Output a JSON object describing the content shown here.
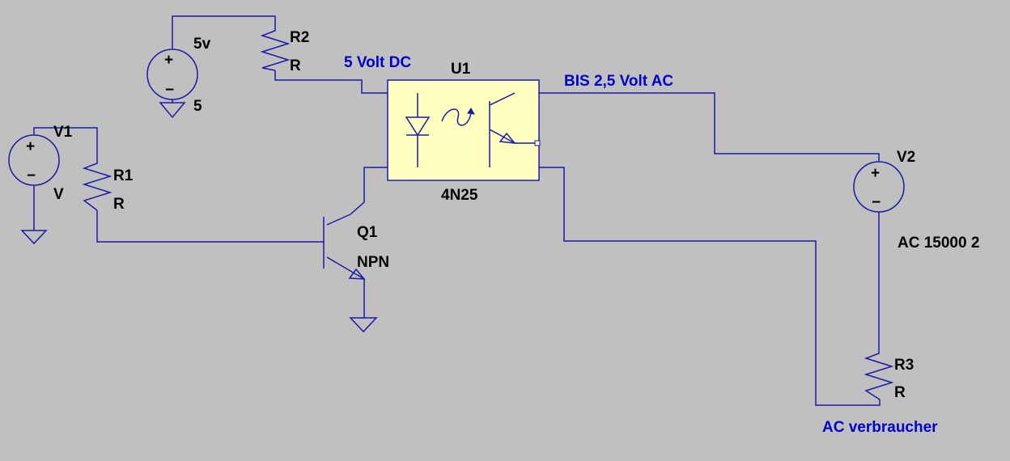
{
  "colors": {
    "background": "#c0c0c0",
    "wire": "#1a1aa6",
    "component_label": "#000000",
    "net_label": "#0000cc",
    "optocoupler_fill": "#ffffc0"
  },
  "components": {
    "v_5v": {
      "name": "5v",
      "value": "5"
    },
    "r2": {
      "name": "R2",
      "value": "R"
    },
    "v1": {
      "name": "V1",
      "value": "V"
    },
    "r1": {
      "name": "R1",
      "value": "R"
    },
    "q1": {
      "name": "Q1",
      "value": "NPN"
    },
    "u1": {
      "name": "U1",
      "value": "4N25"
    },
    "v2": {
      "name": "V2",
      "value": "AC 15000 2"
    },
    "r3": {
      "name": "R3",
      "value": "R"
    }
  },
  "net_labels": {
    "dc_note": "5 Volt DC",
    "ac_note": "BIS 2,5 Volt AC",
    "load_note": "AC verbraucher"
  },
  "source_symbols": {
    "plus": "+",
    "minus": "−"
  }
}
